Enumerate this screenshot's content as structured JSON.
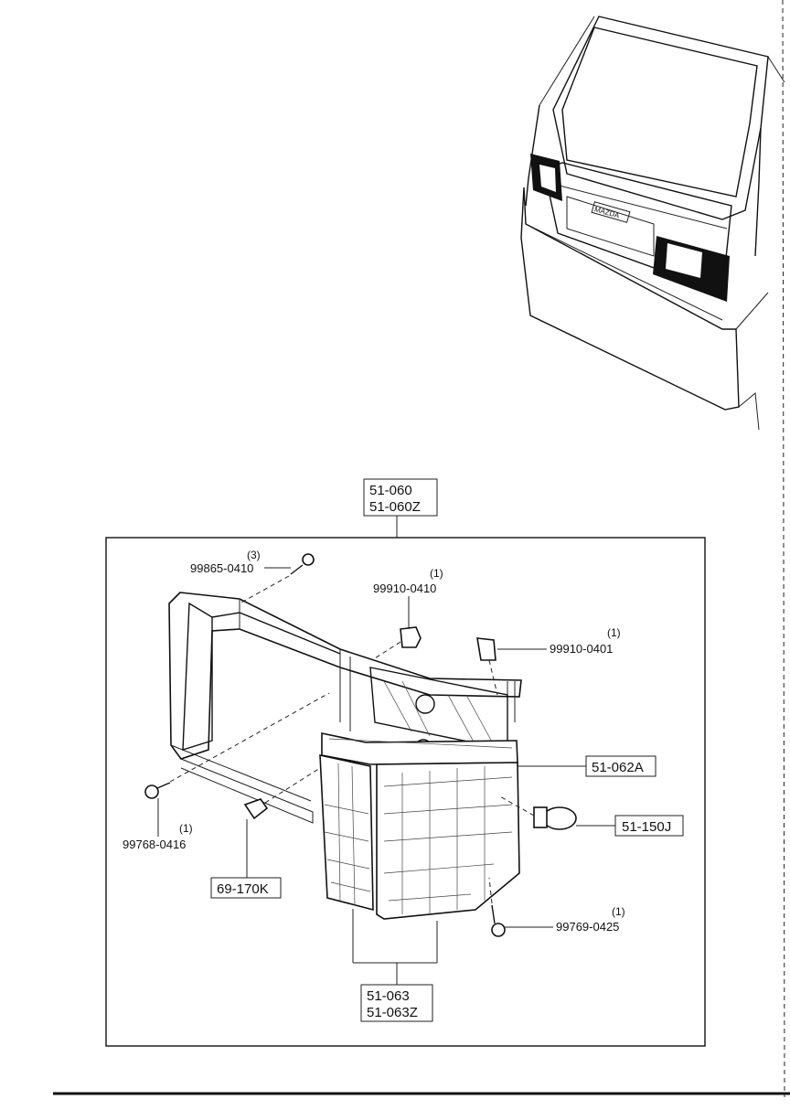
{
  "callouts": {
    "assembly": [
      "51-060",
      "51-060Z"
    ],
    "lens": [
      "51-063",
      "51-063Z"
    ],
    "gasket": "51-062A",
    "bulb": "51-150J",
    "socket": "69-170K"
  },
  "parts": {
    "screw_top": {
      "number": "99865-0410",
      "qty": "(3)"
    },
    "nut_center": {
      "number": "99910-0410",
      "qty": "(1)"
    },
    "nut_right": {
      "number": "99910-0401",
      "qty": "(1)"
    },
    "screw_left": {
      "number": "99768-0416",
      "qty": "(1)"
    },
    "screw_bottom": {
      "number": "99769-0425",
      "qty": "(1)"
    }
  },
  "vehicle": {
    "badge": "MAZDA"
  }
}
